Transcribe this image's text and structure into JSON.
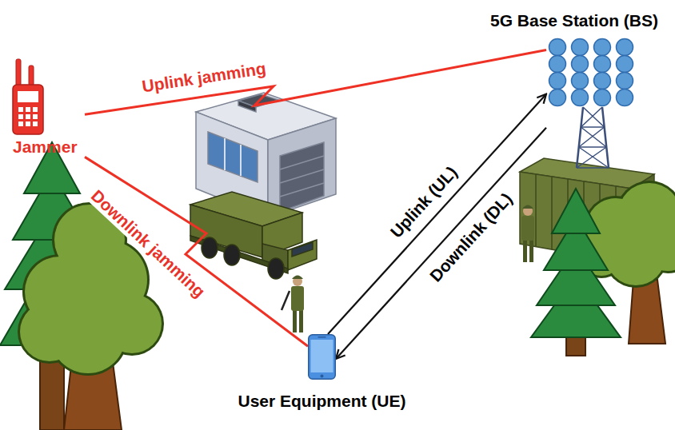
{
  "diagram": {
    "nodes": [
      {
        "text": [
          "5G Base Station (BS)"
        ]
      },
      {
        "text": [
          "Jammer"
        ]
      },
      {
        "text": [
          "User Equipment (UE)"
        ]
      }
    ],
    "edges": [
      {
        "from": 1,
        "to": 0,
        "arrow": "none",
        "label": "Uplink jamming"
      },
      {
        "from": 1,
        "to": 2,
        "arrow": "none",
        "label": "Downlink jamming"
      },
      {
        "from": 2,
        "to": 0,
        "arrow": "to",
        "label": "Uplink (UL)"
      },
      {
        "from": 0,
        "to": 2,
        "arrow": "to",
        "label": "Downlink (DL)"
      }
    ]
  }
}
